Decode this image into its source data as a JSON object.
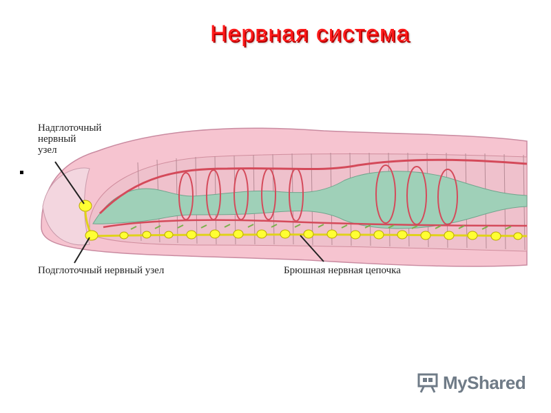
{
  "slide": {
    "title": "Нервная система",
    "bullet": "."
  },
  "labels": {
    "supraesophageal": "Надглоточный\nнервный\nузел",
    "subesophageal": "Подглоточный нервный узел",
    "ventral_chain": "Брюшная нервная цепочка"
  },
  "logo": {
    "text": "MyShared",
    "icon": "presentation-board-icon"
  },
  "colors": {
    "title": "#ff1a1a",
    "body_pink": "#f4b9c6",
    "gut_green": "#9fd0b8",
    "vessel_red": "#d44a5a",
    "nerve_yellow": "#ffff33"
  }
}
